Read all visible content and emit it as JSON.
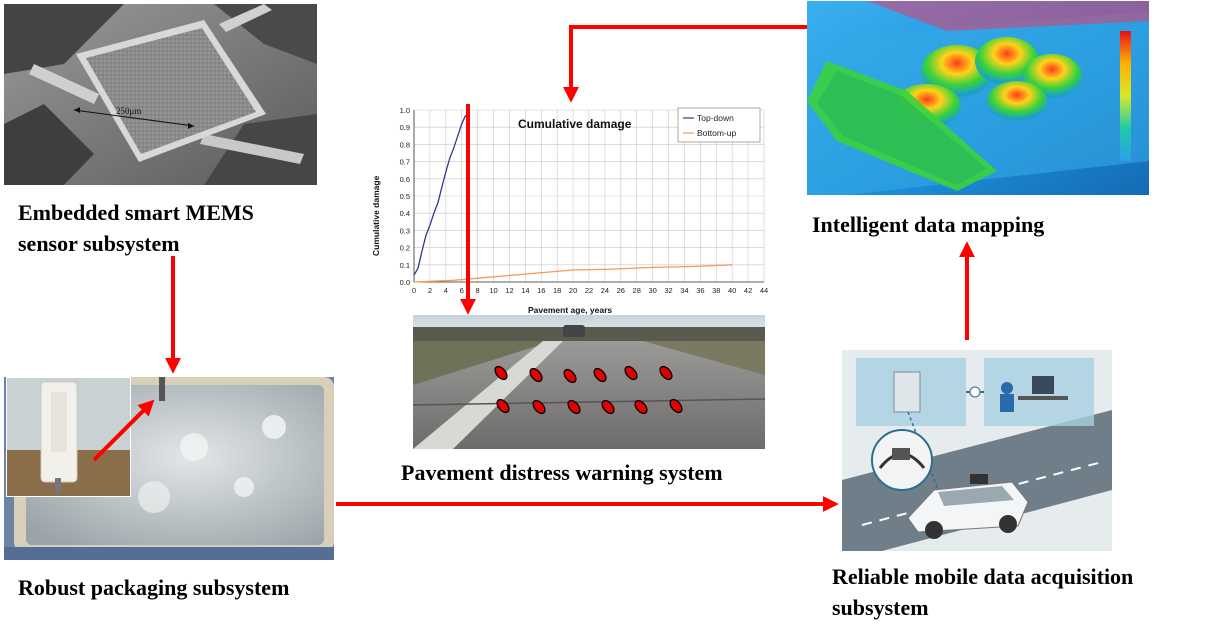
{
  "captions": {
    "mems": "Embedded smart MEMS sensor subsystem",
    "packaging": "Robust packaging subsystem",
    "warning": "Pavement distress warning system",
    "mapping": "Intelligent data mapping",
    "acquisition": "Reliable mobile data acquisition subsystem"
  },
  "sem_scale_label": "250μm",
  "colors": {
    "arrow": "#ff0000",
    "top_down": "#2e3a8c",
    "bottom_up": "#f39a5a",
    "marker_fill": "#e00000"
  },
  "chart_data": {
    "type": "line",
    "title": "Cumulative damage",
    "xlabel": "Pavement age, years",
    "ylabel": "Cumulative damage",
    "xlim": [
      0,
      44
    ],
    "ylim": [
      0,
      1.0
    ],
    "xticks": [
      0,
      2,
      4,
      6,
      8,
      10,
      12,
      14,
      16,
      18,
      20,
      22,
      24,
      26,
      28,
      30,
      32,
      34,
      36,
      38,
      40,
      42,
      44
    ],
    "yticks": [
      "0.0",
      "0.1",
      "0.2",
      "0.3",
      "0.4",
      "0.5",
      "0.6",
      "0.7",
      "0.8",
      "0.9",
      "1.0"
    ],
    "grid": true,
    "legend_position": "top-right",
    "series": [
      {
        "name": "Top-down",
        "x": [
          0,
          0.5,
          1,
          1.5,
          2,
          2.5,
          3,
          3.5,
          4,
          4.5,
          5,
          5.5,
          6,
          6.5
        ],
        "y": [
          0.04,
          0.08,
          0.18,
          0.27,
          0.33,
          0.4,
          0.46,
          0.55,
          0.64,
          0.72,
          0.78,
          0.85,
          0.92,
          0.97
        ]
      },
      {
        "name": "Bottom-up",
        "x": [
          0,
          5,
          10,
          15,
          20,
          25,
          30,
          35,
          40
        ],
        "y": [
          0.0,
          0.01,
          0.03,
          0.05,
          0.07,
          0.075,
          0.085,
          0.09,
          0.1
        ]
      }
    ]
  }
}
